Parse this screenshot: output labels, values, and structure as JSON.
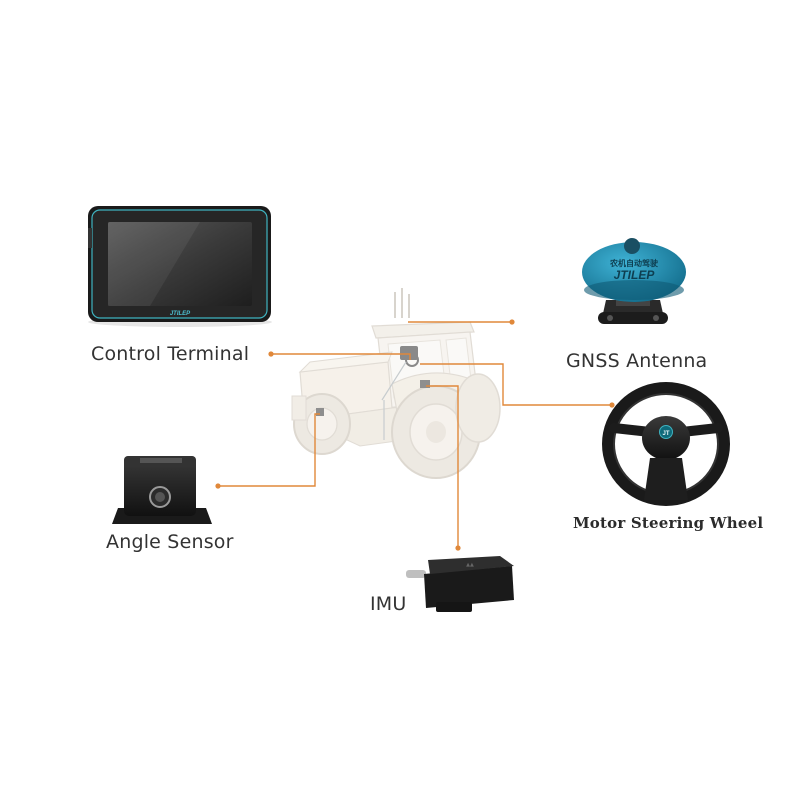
{
  "diagram": {
    "components": {
      "control_terminal": {
        "label": "Control Terminal",
        "brand": "JTILEP"
      },
      "gnss_antenna": {
        "label": "GNSS Antenna",
        "brand": "JTILEP",
        "brand_small": "农机自动驾驶"
      },
      "motor_steering_wheel": {
        "label": "Motor Steering Wheel",
        "logo_text": "JT"
      },
      "angle_sensor": {
        "label": "Angle Sensor"
      },
      "imu": {
        "label": "IMU"
      }
    },
    "colors": {
      "connector_line": "#E0883A",
      "antenna_blue": "#1F8FB5",
      "device_black": "#1c1c1c",
      "tractor_wash": "#e9e2d6"
    }
  }
}
